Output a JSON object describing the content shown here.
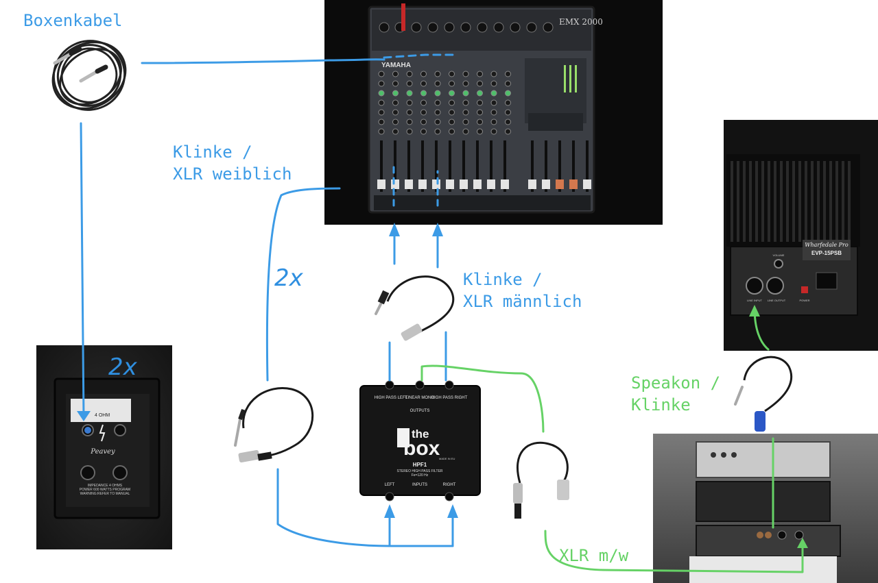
{
  "labels": {
    "boxenkabel": "Boxenkabel",
    "klinke_xlr_weiblich_1": "Klinke /",
    "klinke_xlr_weiblich_2": "XLR weiblich",
    "klinke_xlr_maennlich_1": "Klinke /",
    "klinke_xlr_maennlich_2": "XLR männlich",
    "speakon_klinke_1": "Speakon /",
    "speakon_klinke_2": "Klinke",
    "xlr_mw": "XLR m/w",
    "count_speakers": "2x",
    "count_cables": "2x"
  },
  "mixer": {
    "brand": "YAMAHA",
    "model": "EMX 2000"
  },
  "passive_speaker": {
    "brand": "Peavey",
    "impedance": "IMPEDANCE 4 OHMS",
    "power": "POWER 600 WATTS PROGRAM",
    "warning": "WARNING:REFER TO MANUAL",
    "ohm": "4 OHM"
  },
  "filter_box": {
    "brand_top": "the",
    "brand_bottom": "box",
    "made_in": "MADE IN EU",
    "model": "HPF1",
    "description": "STEREO HIGH PASS FILTER",
    "freq": "Fe=120 Hz",
    "outputs_label": "OUTPUTS",
    "inputs_label": "INPUTS",
    "out_left": "HIGH PASS LEFT",
    "out_mono": "LINEAR MONO",
    "out_right": "HIGH PASS RIGHT",
    "in_left": "LEFT",
    "in_right": "RIGHT"
  },
  "subwoofer": {
    "brand": "Wharfedale Pro",
    "model": "EVP-15PSB",
    "line_input": "LINE INPUT",
    "line_output": "LINE OUTPUT",
    "power": "POWER",
    "volume": "VOLUME"
  },
  "colors": {
    "blue": "#3c9be6",
    "green": "#66d266"
  }
}
